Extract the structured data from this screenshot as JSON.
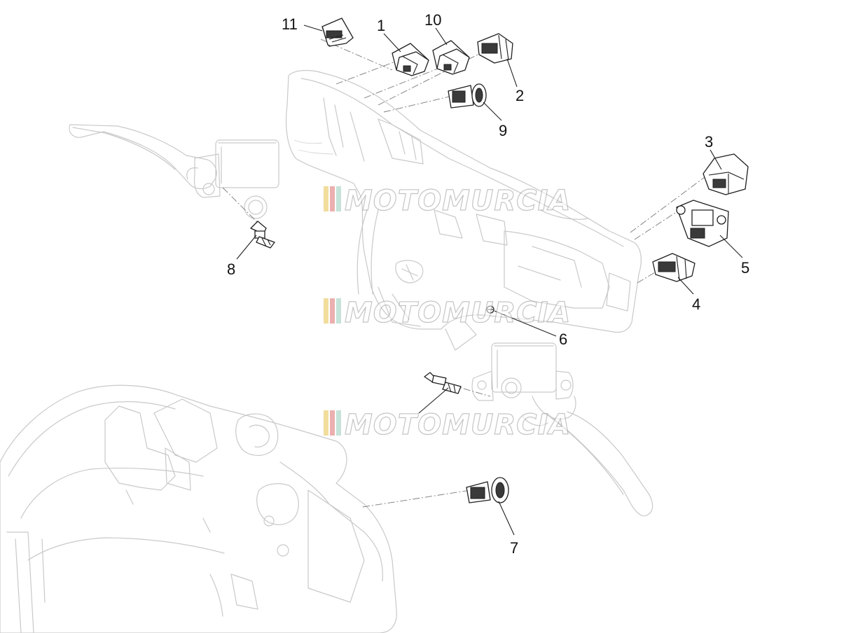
{
  "callouts": [
    "11",
    "1",
    "10",
    "2",
    "9",
    "3",
    "5",
    "4",
    "6",
    "8",
    "7"
  ],
  "watermark": {
    "text": "MOTOMURCIA",
    "stripe_colors": [
      "#e8c75a",
      "#e07a7a",
      "#9fd0c0"
    ]
  },
  "icons": {
    "parts": [
      "switch-icon",
      "brake-light-switch-icon",
      "horn-button-icon",
      "connector-icon"
    ]
  }
}
